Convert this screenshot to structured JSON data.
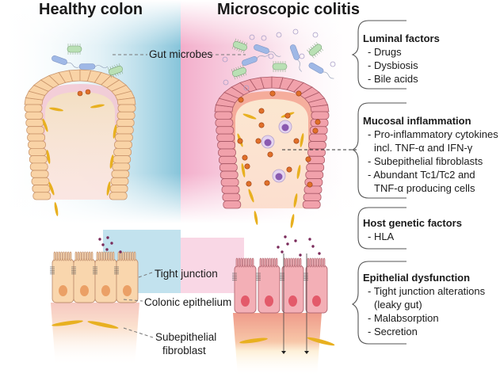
{
  "titles": {
    "healthy": "Healthy colon",
    "colitis": "Microscopic colitis"
  },
  "labels": {
    "gut_microbes": "Gut microbes",
    "tight_junction": "Tight junction",
    "colonic_epithelium": "Colonic epithelium",
    "subepithelial_1": "Subepithelial",
    "subepithelial_2": "fibroblast"
  },
  "panels": [
    {
      "heading": "Luminal factors",
      "items": [
        "- Drugs",
        "- Dysbiosis",
        "- Bile acids"
      ]
    },
    {
      "heading": "Mucosal inflammation",
      "items": [
        "- Pro-inflammatory cytokines",
        "incl. TNF-α and IFN-γ",
        "- Subepithelial fibroblasts",
        "- Abundant Tc1/Tc2 and",
        "TNF-α producing cells"
      ]
    },
    {
      "heading": "Host genetic factors",
      "items": [
        "- HLA"
      ]
    },
    {
      "heading": "Epithelial dysfunction",
      "items": [
        "- Tight junction alterations",
        "(leaky gut)",
        "- Malabsorption",
        "- Secretion"
      ]
    }
  ],
  "colors": {
    "healthy_bg": "#8fcbe0",
    "colitis_bg": "#f4b6cf",
    "healthy_cell": "#f8cfa0",
    "colitis_cell": "#ec8f9f",
    "fibroblast": "#e8b020",
    "immune_dot": "#e0702a",
    "immune_cell": "#8a5ab0",
    "microbe_rod": "#9fb8e6",
    "microbe_cocci": "#b9e0b4",
    "cytokine": "#7a2a5a"
  }
}
